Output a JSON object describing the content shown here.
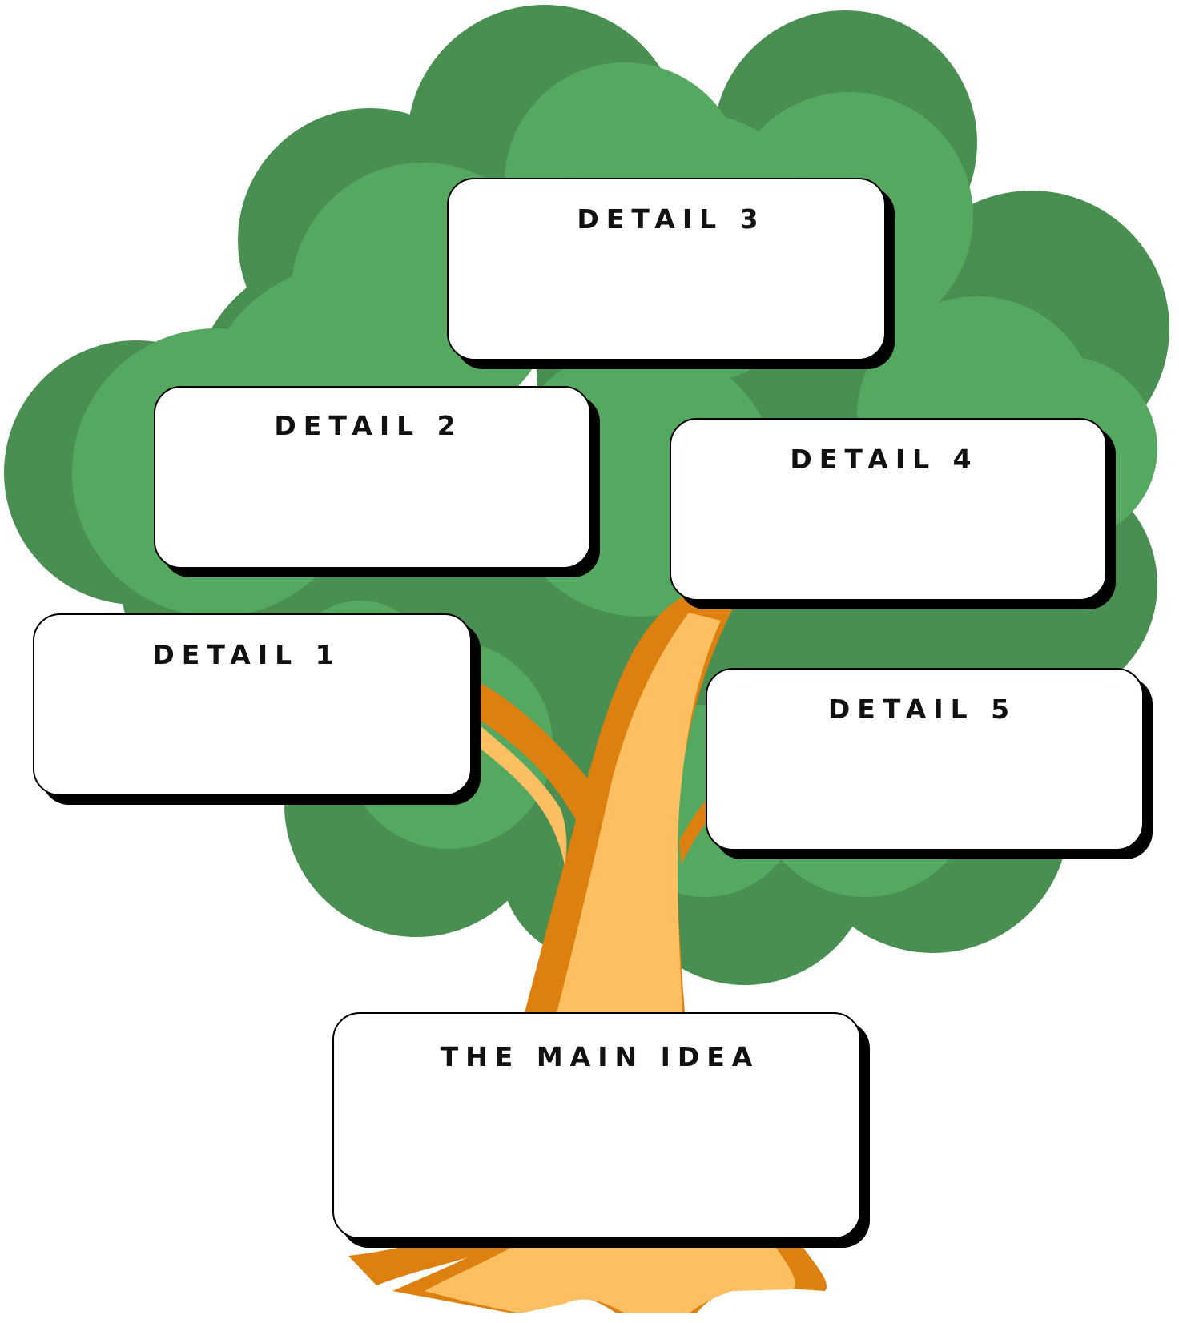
{
  "colors": {
    "leaf_dark": "#4a8f52",
    "leaf_light": "#55a85f",
    "trunk_light": "#fdbf61",
    "trunk_dark": "#de800f",
    "card_fill": "#ffffff",
    "card_border": "#000000"
  },
  "boxes": {
    "detail_1": "DETAIL 1",
    "detail_2": "DETAIL 2",
    "detail_3": "DETAIL 3",
    "detail_4": "DETAIL 4",
    "detail_5": "DETAIL 5",
    "main_idea": "THE MAIN IDEA"
  }
}
